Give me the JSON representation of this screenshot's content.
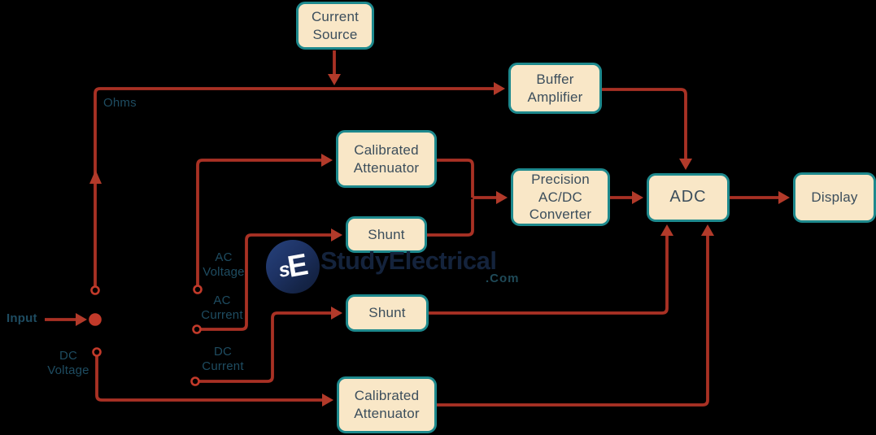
{
  "colors": {
    "background": "#000000",
    "box_fill": "#f9e7c7",
    "box_border": "#1e898d",
    "box_text": "#3c4e5c",
    "wire": "#a93124",
    "arrowhead": "#b23a2a",
    "terminal_dot": "#c23a2a",
    "label_text": "#1e4c61",
    "watermark_text": "#14233c",
    "watermark_tld_text": "#1f4a58",
    "logo_background": "#1b2d56",
    "logo_text": "#ffffff"
  },
  "blocks": {
    "current_source": {
      "label": "Current\nSource"
    },
    "buffer_amplifier": {
      "label": "Buffer\nAmplifier"
    },
    "calibrated_attenuator_top": {
      "label": "Calibrated\nAttenuator"
    },
    "precision_converter": {
      "label": "Precision\nAC/DC\nConverter"
    },
    "adc": {
      "label": "ADC"
    },
    "display": {
      "label": "Display"
    },
    "shunt_top": {
      "label": "Shunt"
    },
    "shunt_bottom": {
      "label": "Shunt"
    },
    "calibrated_attenuator_bottom": {
      "label": "Calibrated\nAttenuator"
    }
  },
  "labels": {
    "ohms": "Ohms",
    "input": "Input",
    "ac_voltage": "AC\nVoltage",
    "ac_current": "AC\nCurrent",
    "dc_current": "DC\nCurrent",
    "dc_voltage": "DC\nVoltage"
  },
  "watermark": {
    "logo_s": "s",
    "logo_e": "E",
    "brand": "StudyElectrical",
    "suffix": ".Com"
  }
}
